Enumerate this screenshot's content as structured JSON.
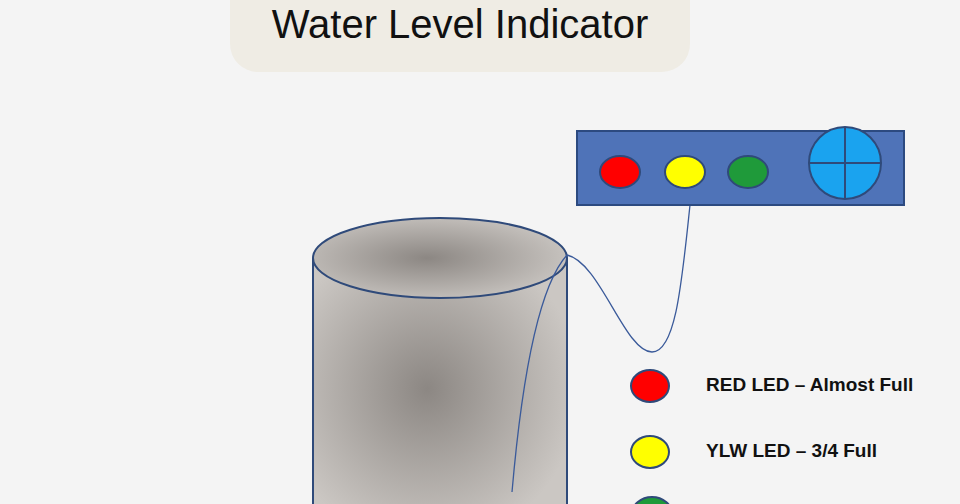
{
  "diagram": {
    "title": "Water Level Indicator",
    "legend": [
      {
        "text": "RED LED – Almost Full",
        "color": "#ff0000"
      },
      {
        "text": "YLW LED – 3/4 Full",
        "color": "#ffff00"
      }
    ]
  }
}
